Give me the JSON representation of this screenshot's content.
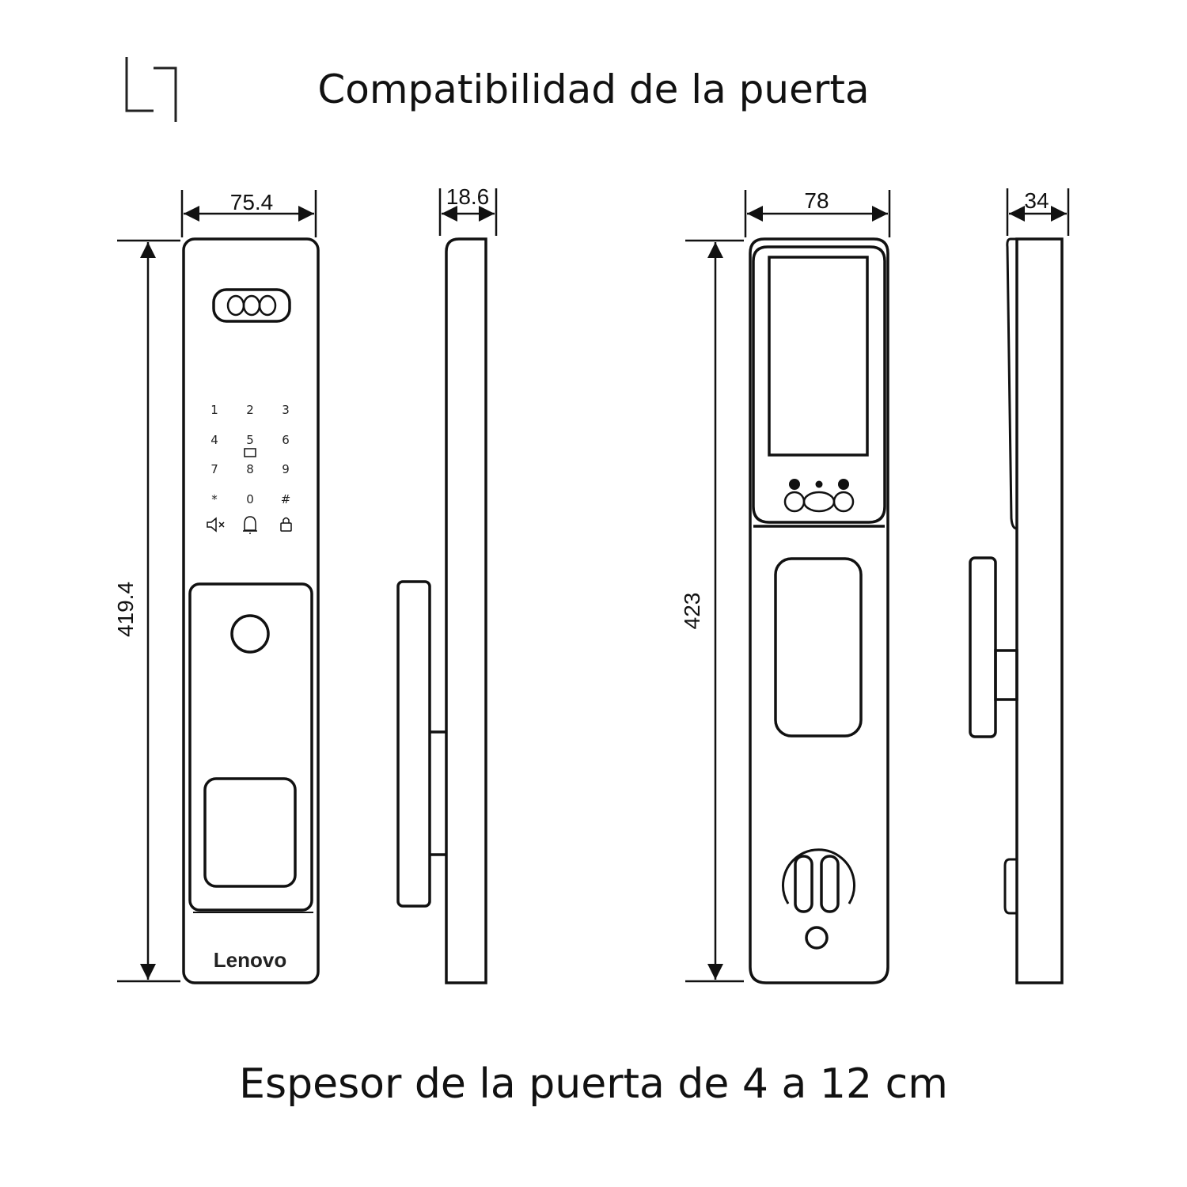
{
  "title": "Compatibilidad de la puerta",
  "footer": "Espesor de la puerta de 4 a 12 cm",
  "dimensions": {
    "front1_width": "75.4",
    "side1_depth": "18.6",
    "front1_height": "419.4",
    "front2_width": "78",
    "side2_depth": "34",
    "front2_height": "423"
  },
  "keypad": [
    "1",
    "2",
    "3",
    "4",
    "5",
    "6",
    "7",
    "8",
    "9",
    "*",
    "0",
    "#"
  ],
  "brand": "Lenovo",
  "icons": [
    "corner-logo-icon",
    "mute-icon",
    "bell-icon",
    "lock-icon"
  ]
}
